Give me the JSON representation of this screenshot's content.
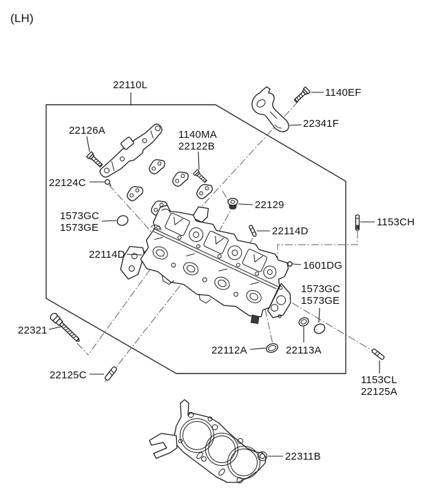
{
  "page": {
    "side_marker": "(LH)",
    "background_color": "#ffffff",
    "line_color": "#1c1c1c",
    "guide_line_color": "#5a5a5a"
  },
  "callouts": {
    "head_subassembly": {
      "label": "22110L"
    },
    "camshaft_cap_bolt": {
      "label": "22126A"
    },
    "hanger_bolt_upper": {
      "label1": "1140MA",
      "label2": "22122B"
    },
    "hanger_bolt": {
      "label": "1140EF"
    },
    "engine_hanger": {
      "label": "22341F"
    },
    "small_pin": {
      "label": "22124C"
    },
    "cup_plug_left": {
      "label1": "1573GC",
      "label2": "1573GE"
    },
    "dowel_left": {
      "label": "22114D"
    },
    "grommet": {
      "label": "22129"
    },
    "dowel_right": {
      "label": "22114D"
    },
    "stud_right": {
      "label": "1153CH"
    },
    "plug_code": {
      "label": "1601DG"
    },
    "cup_plug_right": {
      "label1": "1573GC",
      "label2": "1573GE"
    },
    "oring": {
      "label": "22112A"
    },
    "seal_cap": {
      "label": "22113A"
    },
    "stud_lower_right": {
      "label1": "1153CL",
      "label2": "22125A"
    },
    "long_stud": {
      "label": "22321"
    },
    "stud_lower_left": {
      "label": "22125C"
    },
    "head_gasket": {
      "label": "22311B"
    }
  }
}
